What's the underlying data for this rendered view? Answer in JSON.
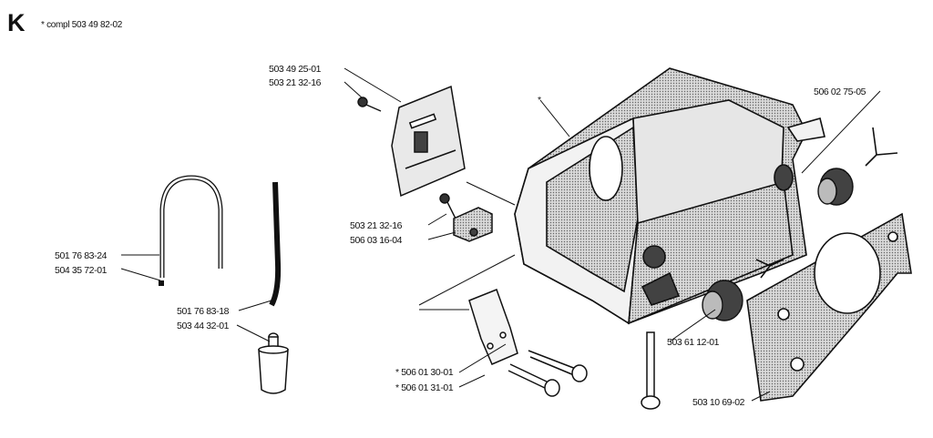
{
  "header": {
    "section_letter": "K",
    "assembly_note": "* compl 503 49 82-02"
  },
  "callouts": {
    "housing_star": "*",
    "p1": "503 49 25-01",
    "p2": "503 21 32-16",
    "p3": "506 02 75-05",
    "p4": "503 21 32-16",
    "p5": "506 03 16-04",
    "p6": "501 76 83-24",
    "p7": "504 35 72-01",
    "p8": "501 76 83-18",
    "p9": "503 44 32-01",
    "p10": "503 61 12-01",
    "p11": "* 506 01 30-01",
    "p12": "* 506 01 31-01",
    "p13": "503 10 69-02"
  },
  "colors": {
    "line": "#111111",
    "shade": "#8a8a8a",
    "light": "#cfcfcf"
  }
}
